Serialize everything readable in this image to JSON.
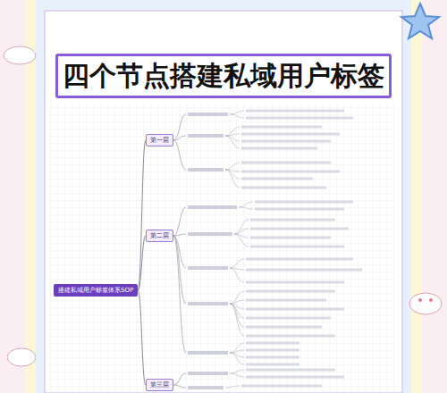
{
  "diagram": {
    "title": "四个节点搭建私域用户标签",
    "nodes": [
      {
        "text": [
          "搭建私域用户标签体系SOP"
        ]
      },
      {
        "text": [
          "第一层"
        ]
      },
      {
        "text": [
          "第二层"
        ]
      },
      {
        "text": [
          "第三层"
        ]
      }
    ],
    "edges": [
      {
        "from": 0,
        "to": 1,
        "arrow": "none"
      },
      {
        "from": 0,
        "to": 2,
        "arrow": "none"
      },
      {
        "from": 0,
        "to": 3,
        "arrow": "none"
      }
    ]
  }
}
